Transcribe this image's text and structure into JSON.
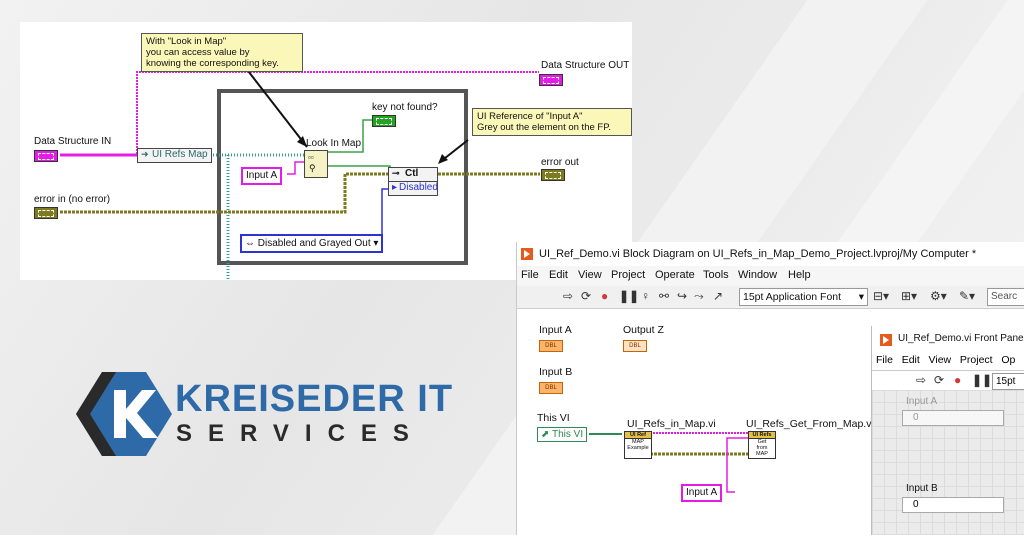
{
  "diagram": {
    "note_lookup": [
      "With \"Look in Map\"",
      "you can access value by",
      "knowing the corresponding key."
    ],
    "note_uiref": [
      "UI Reference of \"Input A\"",
      "Grey out the element on the FP."
    ],
    "data_structure_out": "Data Structure OUT",
    "data_structure_in": "Data Structure IN",
    "ui_refs_map": "UI Refs Map",
    "look_in_map": "Look In Map",
    "key_not_found": "key not found?",
    "tf": "TF",
    "input_a": "Input A",
    "ctl": "Ctl",
    "disabled": "Disabled",
    "error_out": "error out",
    "error_in": "error in (no error)",
    "enum_value": "Disabled and Grayed Out"
  },
  "logo": {
    "line1": "KREISEDER IT",
    "line2": "SERVICES",
    "letter": "K"
  },
  "window": {
    "title": "UI_Ref_Demo.vi Block Diagram on UI_Refs_in_Map_Demo_Project.lvproj/My Computer *",
    "menu": [
      "File",
      "Edit",
      "View",
      "Project",
      "Operate",
      "Tools",
      "Window",
      "Help"
    ],
    "font_select": "15pt Application Font",
    "search": "Searc",
    "input_a": "Input A",
    "output_z": "Output Z",
    "input_b": "Input B",
    "this_vi": "This VI",
    "this_vi_ref": "This VI",
    "subvi1": "UI_Refs_in_Map.vi",
    "subvi2": "UI_Refs_Get_From_Map.vi",
    "subvi1_icon": [
      "UI Ref",
      "MAP",
      "Example"
    ],
    "subvi2_icon": [
      "UI Refs",
      "Get",
      "from",
      "MAP"
    ],
    "input_a_const": "Input A",
    "dbl": "DBL",
    "front_panel": {
      "title": "UI_Ref_Demo.vi Front Panel",
      "menu": [
        "File",
        "Edit",
        "View",
        "Project",
        "Op"
      ],
      "font_select": "15pt",
      "input_a_label": "Input A",
      "input_a_value": "0",
      "input_b_label": "Input B",
      "input_b_value": "0"
    }
  },
  "colors": {
    "pink_wire": "#e41de6",
    "olive_wire": "#7e7a1f",
    "brand_blue": "#2e6aa8"
  }
}
